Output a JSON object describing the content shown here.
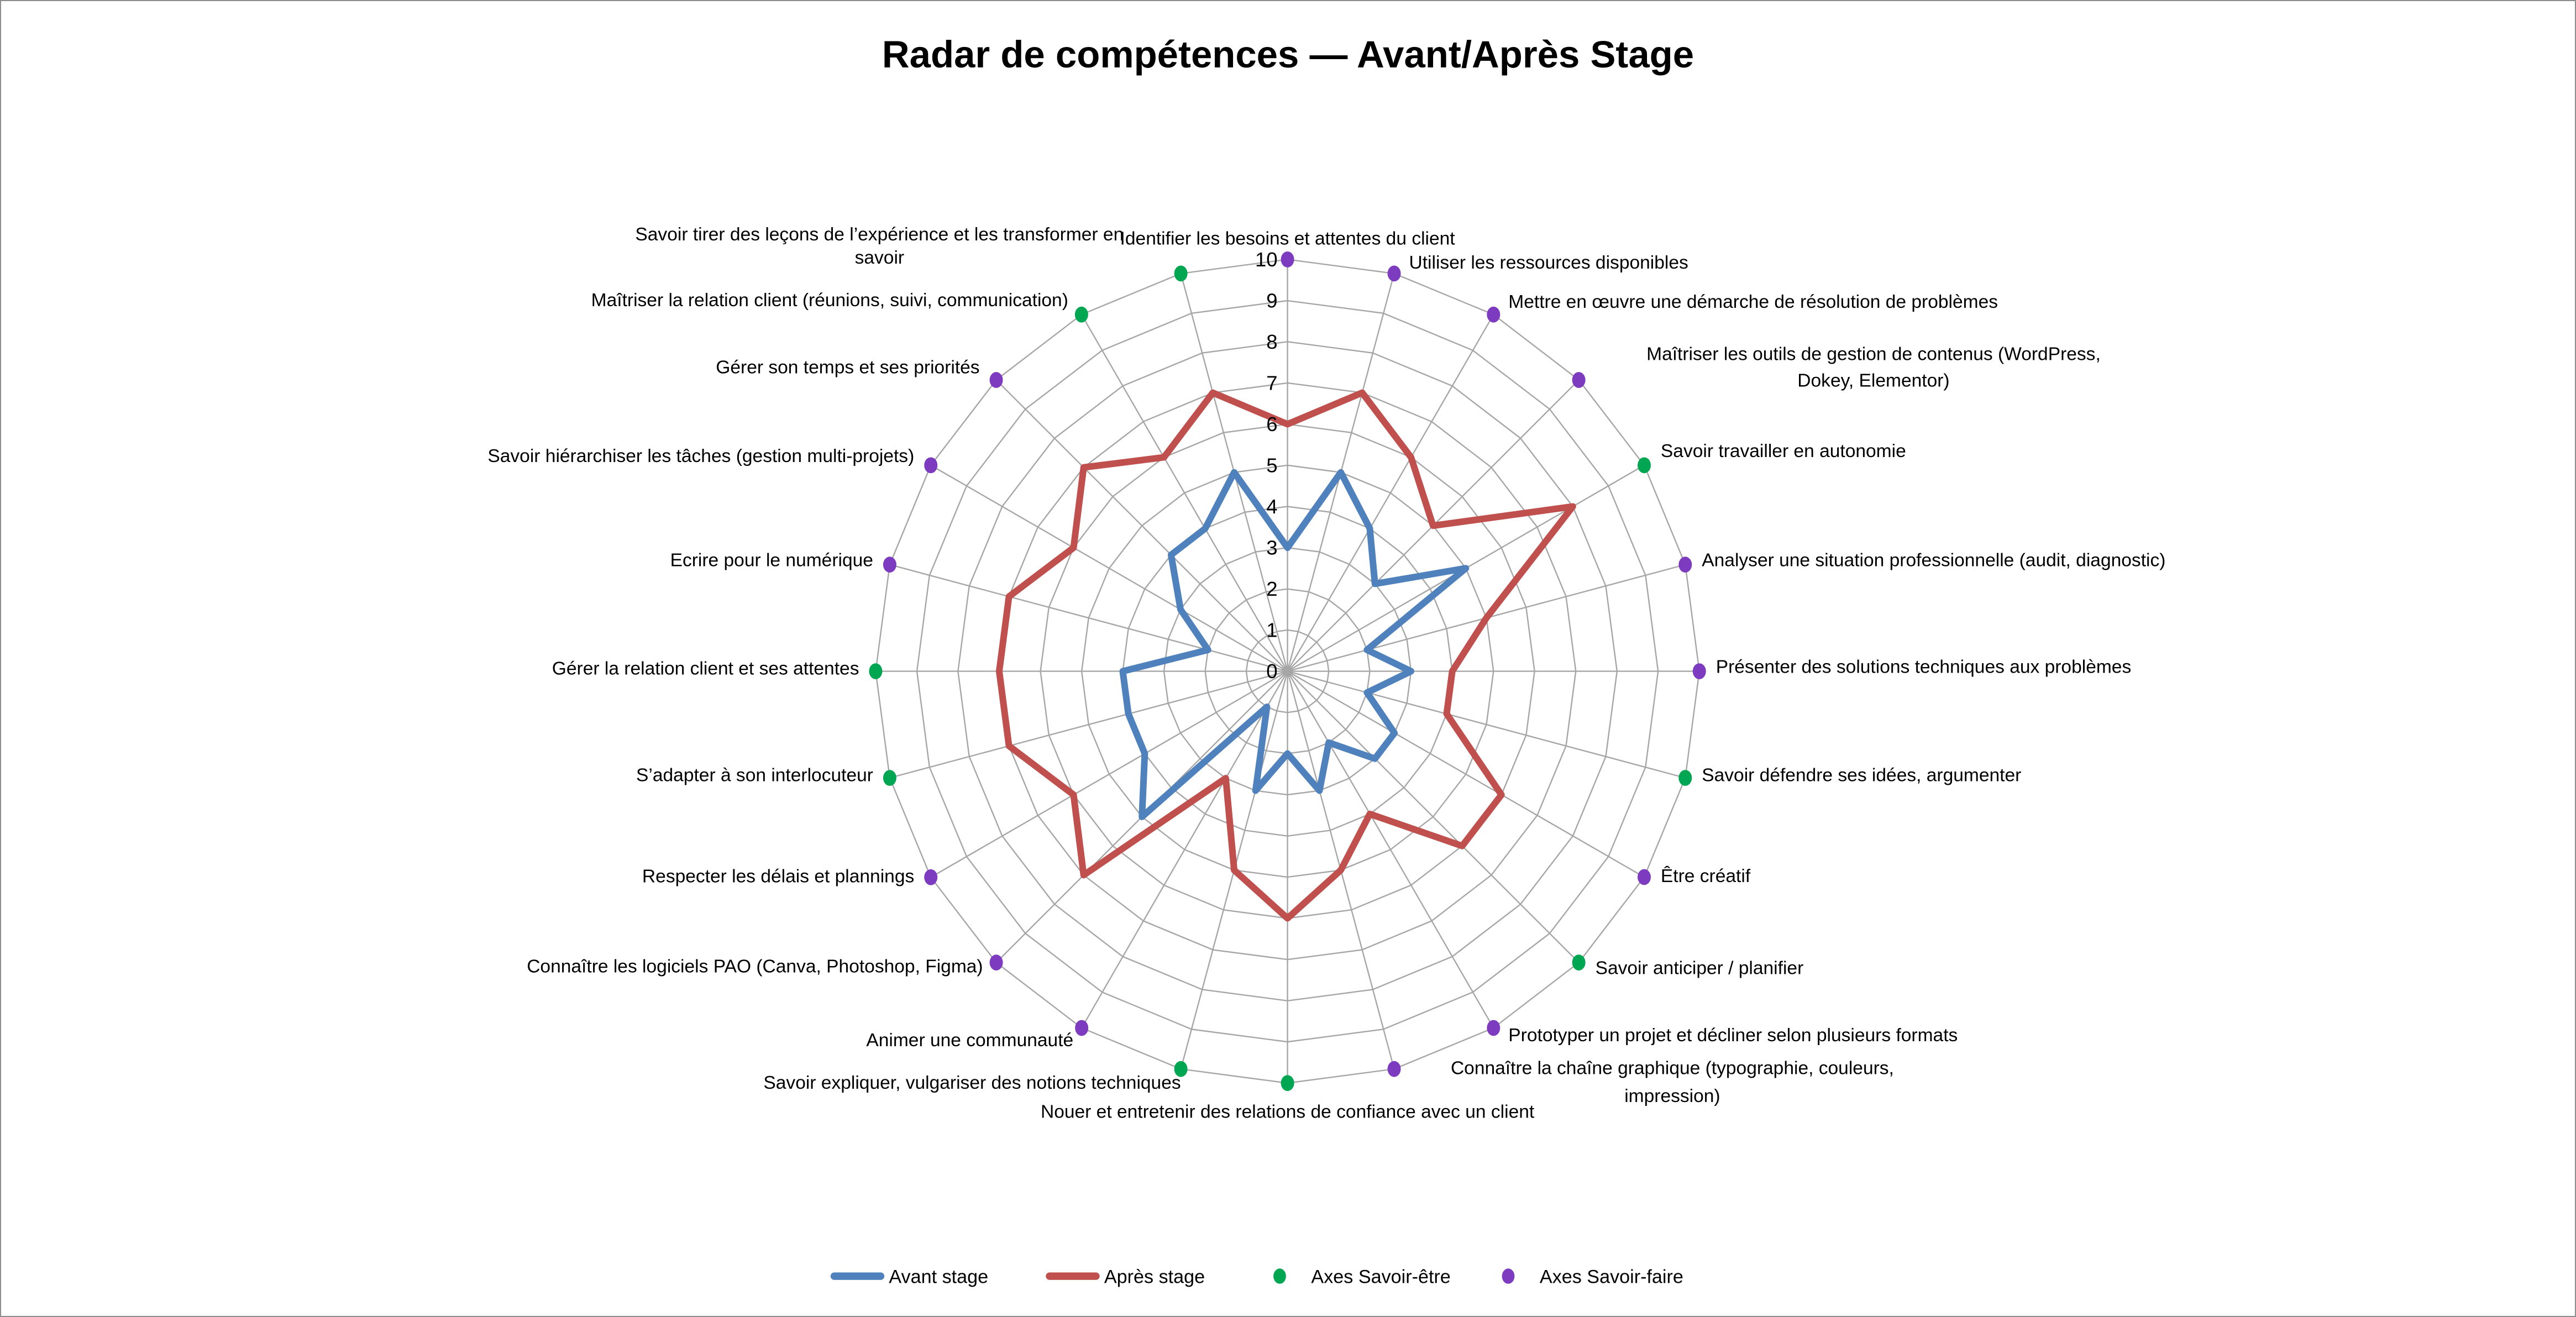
{
  "page": {
    "title": "Radar de compétences — Avant/Après Stage"
  },
  "chart_data": {
    "type": "radar",
    "title": "Radar de compétences — Avant/Après Stage",
    "scale": {
      "min": 0,
      "max": 10,
      "step": 1,
      "tick_labels": [
        "0",
        "1",
        "2",
        "3",
        "4",
        "5",
        "6",
        "7",
        "8",
        "9",
        "10"
      ]
    },
    "grid": {
      "color": "#A6A6A6",
      "shape": "polygon",
      "spokes": 24
    },
    "legend_position": "bottom",
    "axes": [
      {
        "lines": [
          "Identifier les besoins et attentes du client"
        ],
        "category": "savoir-faire"
      },
      {
        "lines": [
          "Utiliser les ressources disponibles"
        ],
        "category": "savoir-faire"
      },
      {
        "lines": [
          "Mettre en œuvre une démarche de résolution de problèmes"
        ],
        "category": "savoir-faire"
      },
      {
        "lines": [
          "Maîtriser les outils de gestion de contenus (WordPress,",
          "Dokey, Elementor)"
        ],
        "category": "savoir-faire"
      },
      {
        "lines": [
          "Savoir travailler en autonomie"
        ],
        "category": "savoir-etre"
      },
      {
        "lines": [
          "Analyser une situation professionnelle (audit, diagnostic)"
        ],
        "category": "savoir-faire"
      },
      {
        "lines": [
          "Présenter des solutions techniques aux problèmes"
        ],
        "category": "savoir-faire"
      },
      {
        "lines": [
          "Savoir défendre ses idées, argumenter"
        ],
        "category": "savoir-etre"
      },
      {
        "lines": [
          "Être créatif"
        ],
        "category": "savoir-faire"
      },
      {
        "lines": [
          "Savoir anticiper / planifier"
        ],
        "category": "savoir-etre"
      },
      {
        "lines": [
          "Prototyper un projet et décliner selon plusieurs formats"
        ],
        "category": "savoir-faire"
      },
      {
        "lines": [
          "Connaître la chaîne graphique (typographie, couleurs,",
          "impression)"
        ],
        "category": "savoir-faire"
      },
      {
        "lines": [
          "Nouer et entretenir des relations de confiance avec un client"
        ],
        "category": "savoir-etre"
      },
      {
        "lines": [
          "Savoir expliquer, vulgariser des notions techniques"
        ],
        "category": "savoir-etre"
      },
      {
        "lines": [
          "Animer une communauté"
        ],
        "category": "savoir-faire"
      },
      {
        "lines": [
          "Connaître les logiciels PAO (Canva, Photoshop, Figma)"
        ],
        "category": "savoir-faire"
      },
      {
        "lines": [
          "Respecter les délais et plannings"
        ],
        "category": "savoir-faire"
      },
      {
        "lines": [
          "S’adapter à son interlocuteur"
        ],
        "category": "savoir-etre"
      },
      {
        "lines": [
          "Gérer la relation client et ses attentes"
        ],
        "category": "savoir-etre"
      },
      {
        "lines": [
          "Ecrire pour le numérique"
        ],
        "category": "savoir-faire"
      },
      {
        "lines": [
          "Savoir hiérarchiser les tâches (gestion multi-projets)"
        ],
        "category": "savoir-faire"
      },
      {
        "lines": [
          "Gérer son temps et ses priorités"
        ],
        "category": "savoir-faire"
      },
      {
        "lines": [
          "Maîtriser la relation client (réunions, suivi, communication)"
        ],
        "category": "savoir-etre"
      },
      {
        "lines": [
          "Savoir tirer des leçons de l’expérience et les transformer en",
          "savoir"
        ],
        "category": "savoir-etre"
      }
    ],
    "series": [
      {
        "name": "Avant stage",
        "color": "#4F81BD",
        "values": [
          3,
          5,
          4,
          3,
          5,
          2,
          3,
          2,
          3,
          3,
          2,
          3,
          2,
          3,
          1,
          5,
          4,
          4,
          4,
          2,
          3,
          4,
          4,
          5
        ]
      },
      {
        "name": "Après stage",
        "color": "#C0504D",
        "values": [
          6,
          7,
          6,
          5,
          8,
          5,
          4,
          4,
          6,
          6,
          4,
          5,
          6,
          5,
          3,
          7,
          6,
          7,
          7,
          7,
          6,
          7,
          6,
          7
        ]
      }
    ],
    "category_legend": [
      {
        "name": "Axes Savoir-être",
        "key": "savoir-etre",
        "color": "#00A651"
      },
      {
        "name": "Axes Savoir-faire",
        "key": "savoir-faire",
        "color": "#7D3BC0"
      }
    ]
  }
}
